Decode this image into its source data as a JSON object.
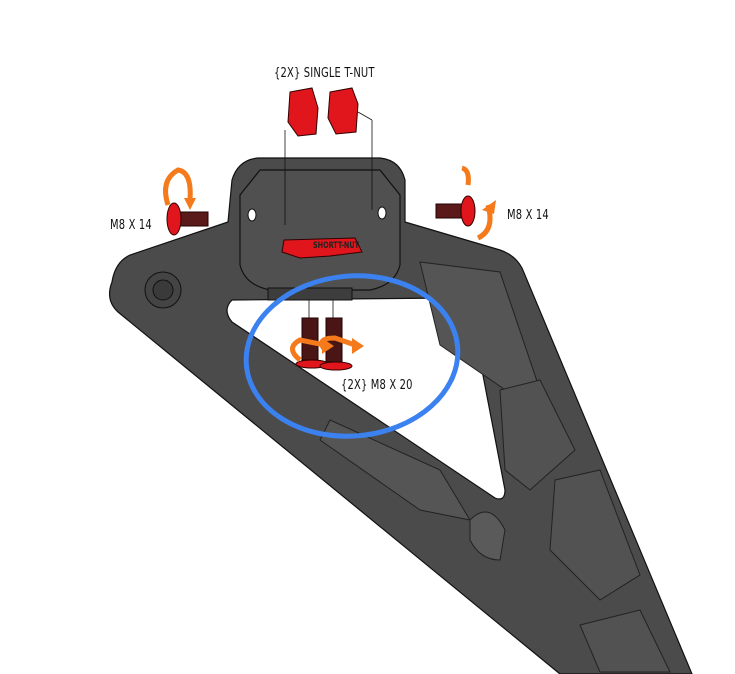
{
  "labels": {
    "tnut": "{2X} SINGLE T-NUT",
    "left_bolt": "M8 X 14",
    "right_bolt": "M8 X 14",
    "bottom_bolts": "{2X} M8 X 20",
    "short_nut": "SHORTT-NUT"
  },
  "colors": {
    "bracket": "#4a4a4a",
    "parts": "#e0161c",
    "arrow": "#f47a1c",
    "highlight": "#3b82f0"
  }
}
